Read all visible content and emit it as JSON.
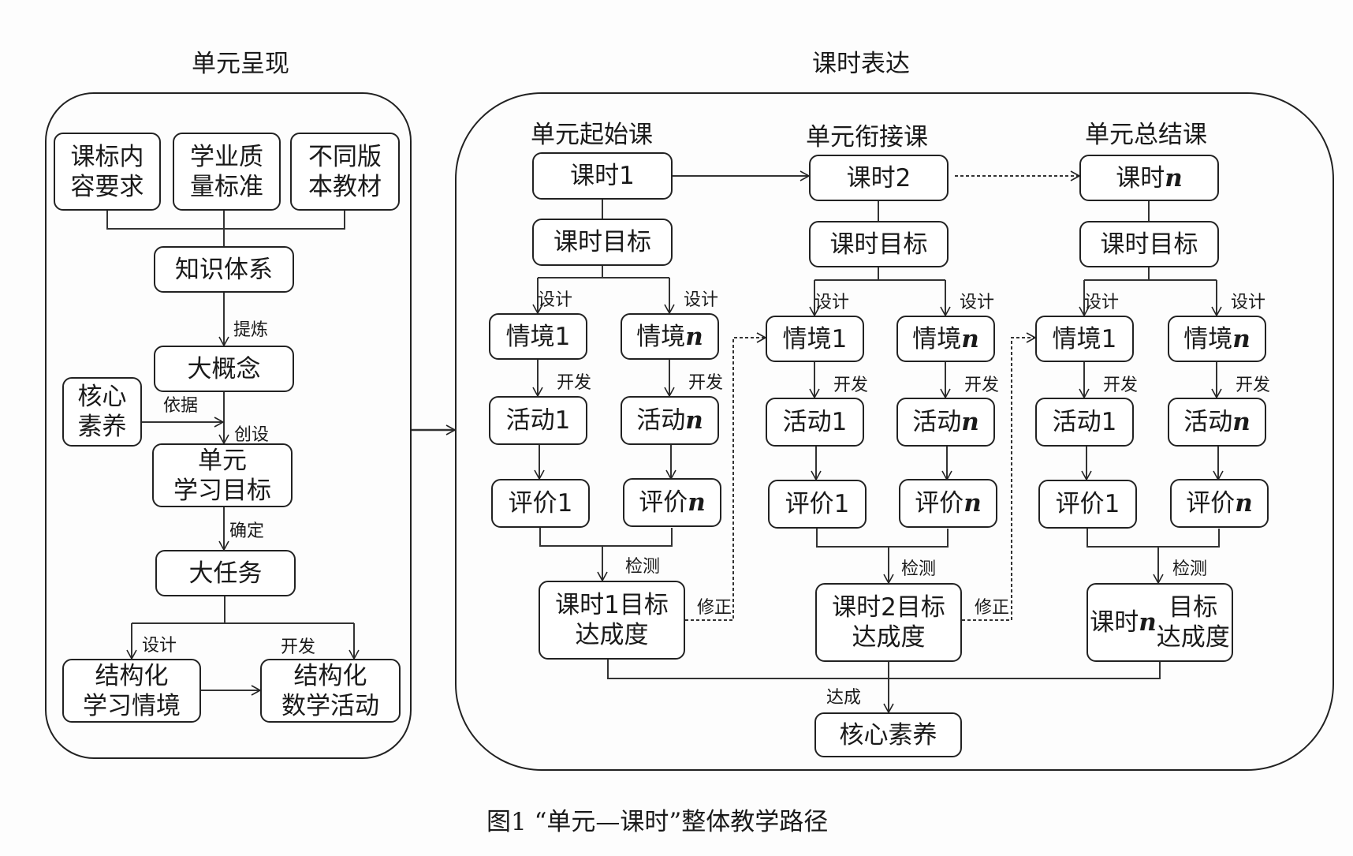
{
  "titles": {
    "unit": "单元呈现",
    "lesson": "课时表达"
  },
  "unit_panel": {
    "sources": [
      "课标内\n容要求",
      "学业质\n量标准",
      "不同版\n本教材"
    ],
    "knowledge_system": "知识体系",
    "big_concept": "大概念",
    "core_literacy": "核心\n素养",
    "unit_goal": "单元\n学习目标",
    "big_task": "大任务",
    "structured_context": "结构化\n学习情境",
    "structured_activity": "结构化\n数学活动",
    "edge_labels": {
      "refine": "提炼",
      "basis": "依据",
      "create": "创设",
      "determine": "确定",
      "design": "设计",
      "develop": "开发"
    }
  },
  "lesson_panel": {
    "columns": [
      {
        "heading": "单元起始课",
        "lesson": "课时1",
        "goal": "课时目标",
        "context_1": "情境1",
        "context_n": "情境n",
        "activity_1": "活动1",
        "activity_n": "活动n",
        "eval_1": "评价1",
        "eval_n": "评价n",
        "attainment": "课时1目标\n达成度"
      },
      {
        "heading": "单元衔接课",
        "lesson": "课时2",
        "goal": "课时目标",
        "context_1": "情境1",
        "context_n": "情境n",
        "activity_1": "活动1",
        "activity_n": "活动n",
        "eval_1": "评价1",
        "eval_n": "评价n",
        "attainment": "课时2目标\n达成度"
      },
      {
        "heading": "单元总结课",
        "lesson": "课时n",
        "goal": "课时目标",
        "context_1": "情境1",
        "context_n": "情境n",
        "activity_1": "活动1",
        "activity_n": "活动n",
        "eval_1": "评价1",
        "eval_n": "评价n",
        "attainment": "课时n目标\n达成度"
      }
    ],
    "core_literacy": "核心素养",
    "edge_labels": {
      "design": "设计",
      "develop": "开发",
      "detect": "检测",
      "correct": "修正",
      "achieve": "达成"
    }
  },
  "caption": "图1 “单元—课时”整体教学路径"
}
